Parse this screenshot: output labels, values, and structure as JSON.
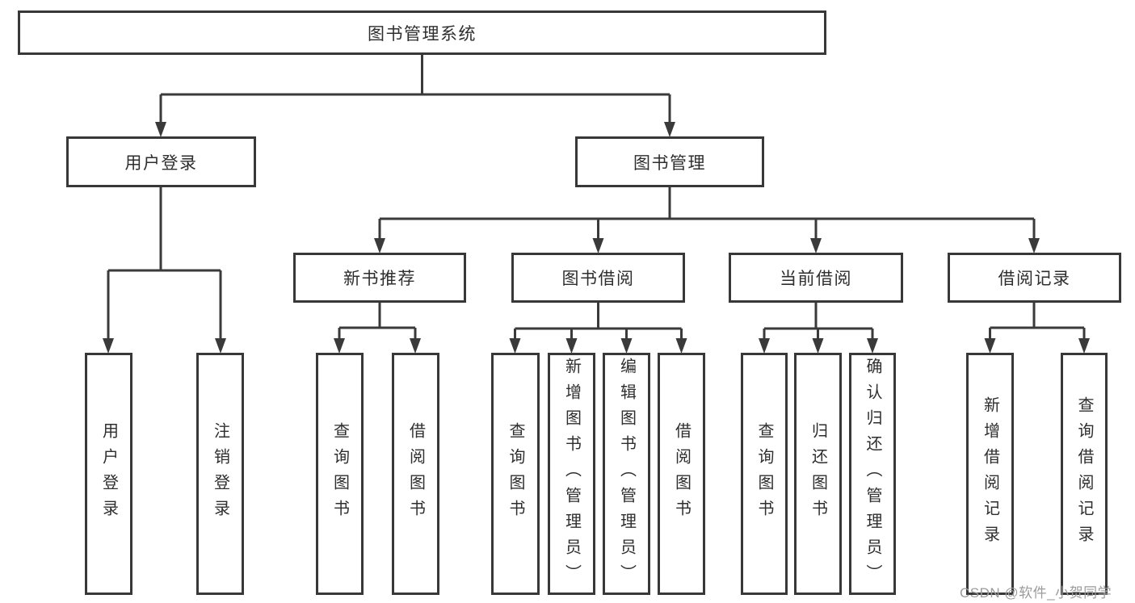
{
  "diagram": {
    "root": {
      "label": "图书管理系统",
      "children": [
        {
          "label": "用户登录",
          "children": [
            {
              "label": "用户登录"
            },
            {
              "label": "注销登录"
            }
          ]
        },
        {
          "label": "图书管理",
          "children": [
            {
              "label": "新书推荐",
              "children": [
                {
                  "label": "查询图书"
                },
                {
                  "label": "借阅图书"
                }
              ]
            },
            {
              "label": "图书借阅",
              "children": [
                {
                  "label": "查询图书"
                },
                {
                  "label": "新增图书（管理员）"
                },
                {
                  "label": "编辑图书（管理员）"
                },
                {
                  "label": "借阅图书"
                }
              ]
            },
            {
              "label": "当前借阅",
              "children": [
                {
                  "label": "查询图书"
                },
                {
                  "label": "归还图书"
                },
                {
                  "label": "确认归还（管理员）"
                }
              ]
            },
            {
              "label": "借阅记录",
              "children": [
                {
                  "label": "新增借阅记录"
                },
                {
                  "label": "查询借阅记录"
                }
              ]
            }
          ]
        }
      ]
    }
  },
  "watermark": "CSDN @软件_小贺同学",
  "colors": {
    "line": "#3a3a3a",
    "box_border": "#383838",
    "text": "#2e2e2e",
    "watermark": "#9b9b9b",
    "background": "#ffffff"
  }
}
